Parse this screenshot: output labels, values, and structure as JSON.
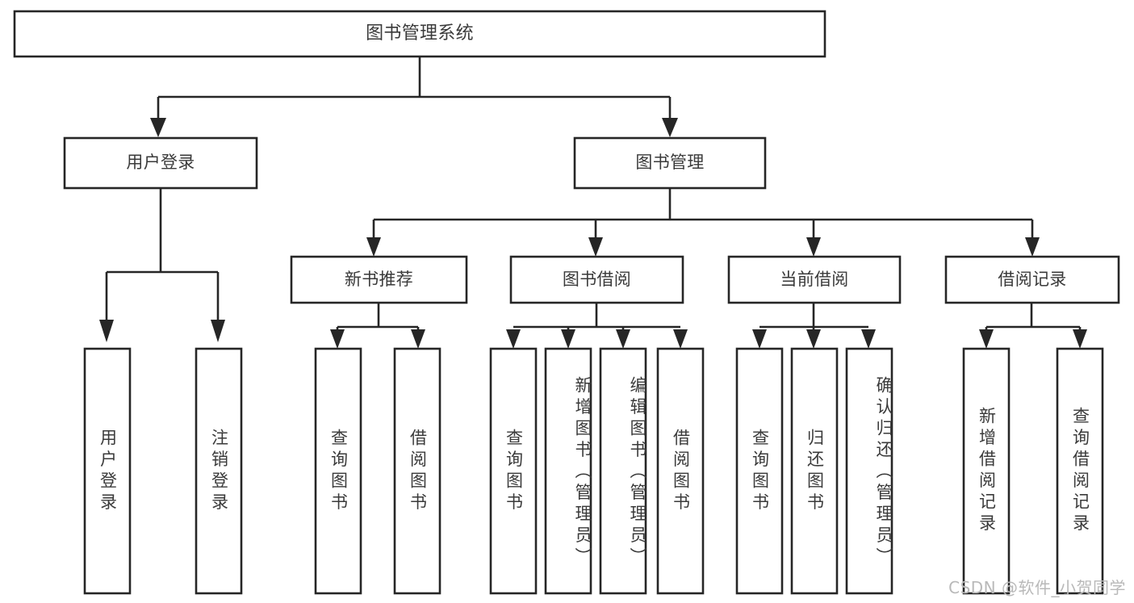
{
  "diagram": {
    "type": "tree",
    "title": "图书管理系统",
    "orientation": "top-down",
    "colors": {
      "background": "#ffffff",
      "node_fill": "#ffffff",
      "node_stroke": "#262626",
      "text": "#3a3a3a",
      "watermark": "#b9b9b9"
    },
    "root": {
      "label": "图书管理系统"
    },
    "level2": [
      {
        "label": "用户登录"
      },
      {
        "label": "图书管理"
      }
    ],
    "level3": [
      {
        "label": "新书推荐"
      },
      {
        "label": "图书借阅"
      },
      {
        "label": "当前借阅"
      },
      {
        "label": "借阅记录"
      }
    ],
    "leaves": {
      "user_login": [
        {
          "label": "用户登录"
        },
        {
          "label": "注销登录"
        }
      ],
      "new_book": [
        {
          "label": "查询图书"
        },
        {
          "label": "借阅图书"
        }
      ],
      "book_borrow": [
        {
          "label": "查询图书"
        },
        {
          "label": "新增图书（管理员）"
        },
        {
          "label": "编辑图书（管理员）"
        },
        {
          "label": "借阅图书"
        }
      ],
      "current_borrow": [
        {
          "label": "查询图书"
        },
        {
          "label": "归还图书"
        },
        {
          "label": "确认归还（管理员）"
        }
      ],
      "borrow_record": [
        {
          "label": "新增借阅记录"
        },
        {
          "label": "查询借阅记录"
        }
      ]
    }
  },
  "watermark": {
    "text": "CSDN @软件_小贺同学"
  }
}
